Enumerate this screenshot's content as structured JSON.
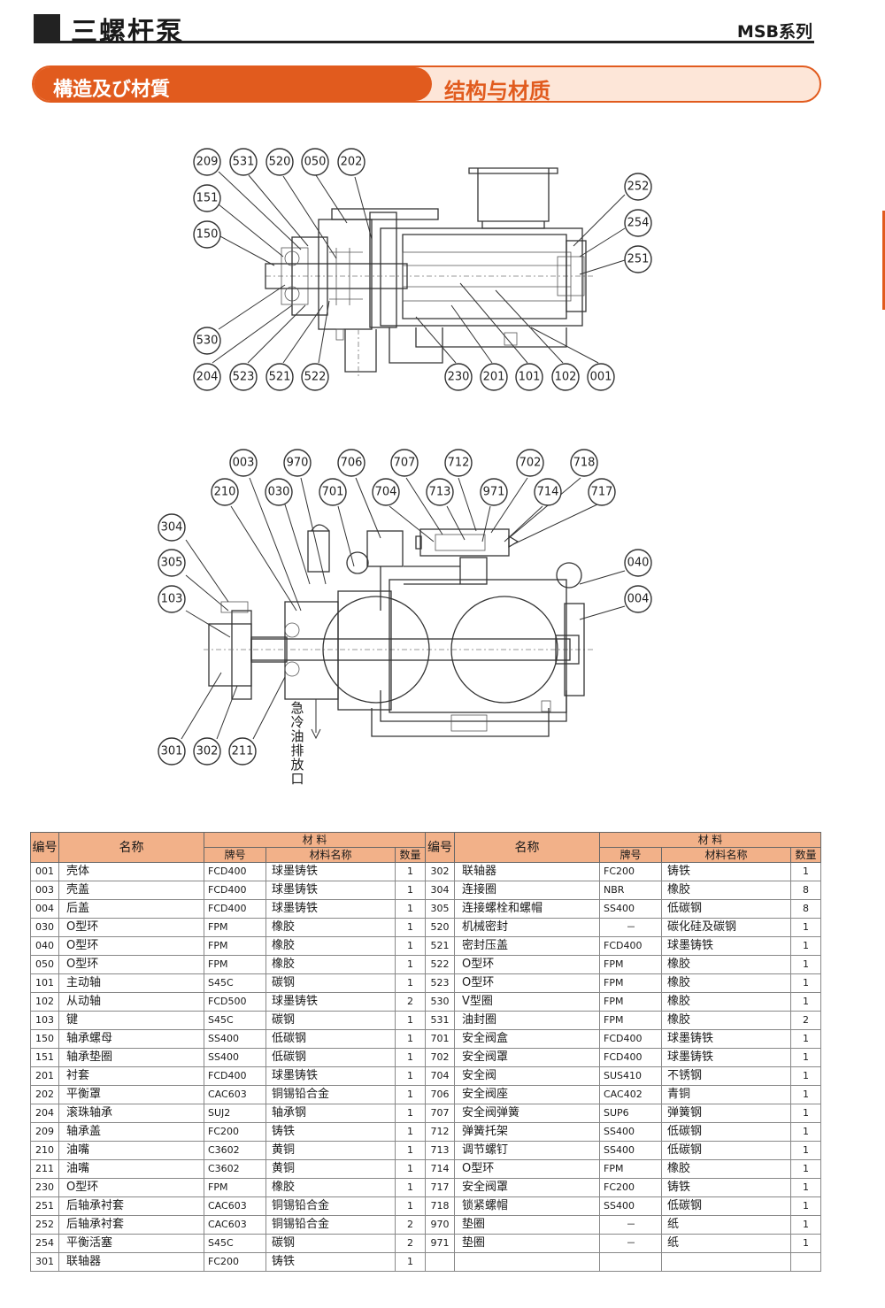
{
  "header": {
    "title": "三螺杆泵",
    "series": "MSB系列"
  },
  "section": {
    "left_title": "構造及び材質",
    "right_title": "结构与材质"
  },
  "figure_top": {
    "tags": [
      "209",
      "531",
      "520",
      "050",
      "202",
      "151",
      "150",
      "530",
      "204",
      "523",
      "521",
      "522",
      "230",
      "201",
      "101",
      "102",
      "001",
      "252",
      "254",
      "251"
    ]
  },
  "figure_bottom": {
    "tags": [
      "003",
      "970",
      "706",
      "707",
      "712",
      "702",
      "718",
      "210",
      "030",
      "701",
      "704",
      "713",
      "971",
      "714",
      "717",
      "304",
      "305",
      "103",
      "040",
      "004",
      "301",
      "302",
      "211"
    ],
    "drain_label": "急冷油排放口"
  },
  "table_headers": {
    "no": "编号",
    "name": "名称",
    "material": "材 料",
    "brand": "牌号",
    "material_name": "材料名称",
    "qty": "数量"
  },
  "table_left": [
    {
      "no": "001",
      "name": "壳体",
      "brand": "FCD400",
      "material": "球墨铸铁",
      "qty": "1"
    },
    {
      "no": "003",
      "name": "壳盖",
      "brand": "FCD400",
      "material": "球墨铸铁",
      "qty": "1"
    },
    {
      "no": "004",
      "name": "后盖",
      "brand": "FCD400",
      "material": "球墨铸铁",
      "qty": "1"
    },
    {
      "no": "030",
      "name": "O型环",
      "brand": "FPM",
      "material": "橡胶",
      "qty": "1"
    },
    {
      "no": "040",
      "name": "O型环",
      "brand": "FPM",
      "material": "橡胶",
      "qty": "1"
    },
    {
      "no": "050",
      "name": "O型环",
      "brand": "FPM",
      "material": "橡胶",
      "qty": "1"
    },
    {
      "no": "101",
      "name": "主动轴",
      "brand": "S45C",
      "material": "碳钢",
      "qty": "1"
    },
    {
      "no": "102",
      "name": "从动轴",
      "brand": "FCD500",
      "material": "球墨铸铁",
      "qty": "2"
    },
    {
      "no": "103",
      "name": "键",
      "brand": "S45C",
      "material": "碳钢",
      "qty": "1"
    },
    {
      "no": "150",
      "name": "轴承螺母",
      "brand": "SS400",
      "material": "低碳钢",
      "qty": "1"
    },
    {
      "no": "151",
      "name": "轴承垫圈",
      "brand": "SS400",
      "material": "低碳钢",
      "qty": "1"
    },
    {
      "no": "201",
      "name": "衬套",
      "brand": "FCD400",
      "material": "球墨铸铁",
      "qty": "1"
    },
    {
      "no": "202",
      "name": "平衡罩",
      "brand": "CAC603",
      "material": "铜锡铅合金",
      "qty": "1"
    },
    {
      "no": "204",
      "name": "滚珠轴承",
      "brand": "SUJ2",
      "material": "轴承钢",
      "qty": "1"
    },
    {
      "no": "209",
      "name": "轴承盖",
      "brand": "FC200",
      "material": "铸铁",
      "qty": "1"
    },
    {
      "no": "210",
      "name": "油嘴",
      "brand": "C3602",
      "material": "黄铜",
      "qty": "1"
    },
    {
      "no": "211",
      "name": "油嘴",
      "brand": "C3602",
      "material": "黄铜",
      "qty": "1"
    },
    {
      "no": "230",
      "name": "O型环",
      "brand": "FPM",
      "material": "橡胶",
      "qty": "1"
    },
    {
      "no": "251",
      "name": "后轴承衬套",
      "brand": "CAC603",
      "material": "铜锡铅合金",
      "qty": "1"
    },
    {
      "no": "252",
      "name": "后轴承衬套",
      "brand": "CAC603",
      "material": "铜锡铅合金",
      "qty": "2"
    },
    {
      "no": "254",
      "name": "平衡活塞",
      "brand": "S45C",
      "material": "碳钢",
      "qty": "2"
    },
    {
      "no": "301",
      "name": "联轴器",
      "brand": "FC200",
      "material": "铸铁",
      "qty": "1"
    }
  ],
  "table_right": [
    {
      "no": "302",
      "name": "联轴器",
      "brand": "FC200",
      "material": "铸铁",
      "qty": "1"
    },
    {
      "no": "304",
      "name": "连接圈",
      "brand": "NBR",
      "material": "橡胶",
      "qty": "8"
    },
    {
      "no": "305",
      "name": "连接螺栓和螺帽",
      "brand": "SS400",
      "material": "低碳钢",
      "qty": "8"
    },
    {
      "no": "520",
      "name": "机械密封",
      "brand": "－",
      "material": "碳化硅及碳钢",
      "qty": "1"
    },
    {
      "no": "521",
      "name": "密封压盖",
      "brand": "FCD400",
      "material": "球墨铸铁",
      "qty": "1"
    },
    {
      "no": "522",
      "name": "O型环",
      "brand": "FPM",
      "material": "橡胶",
      "qty": "1"
    },
    {
      "no": "523",
      "name": "O型环",
      "brand": "FPM",
      "material": "橡胶",
      "qty": "1"
    },
    {
      "no": "530",
      "name": "V型圈",
      "brand": "FPM",
      "material": "橡胶",
      "qty": "1"
    },
    {
      "no": "531",
      "name": "油封圈",
      "brand": "FPM",
      "material": "橡胶",
      "qty": "2"
    },
    {
      "no": "701",
      "name": "安全阀盒",
      "brand": "FCD400",
      "material": "球墨铸铁",
      "qty": "1"
    },
    {
      "no": "702",
      "name": "安全阀罩",
      "brand": "FCD400",
      "material": "球墨铸铁",
      "qty": "1"
    },
    {
      "no": "704",
      "name": "安全阀",
      "brand": "SUS410",
      "material": "不锈钢",
      "qty": "1"
    },
    {
      "no": "706",
      "name": "安全阀座",
      "brand": "CAC402",
      "material": "青铜",
      "qty": "1"
    },
    {
      "no": "707",
      "name": "安全阀弹簧",
      "brand": "SUP6",
      "material": "弹簧钢",
      "qty": "1"
    },
    {
      "no": "712",
      "name": "弹簧托架",
      "brand": "SS400",
      "material": "低碳钢",
      "qty": "1"
    },
    {
      "no": "713",
      "name": "调节螺钉",
      "brand": "SS400",
      "material": "低碳钢",
      "qty": "1"
    },
    {
      "no": "714",
      "name": "O型环",
      "brand": "FPM",
      "material": "橡胶",
      "qty": "1"
    },
    {
      "no": "717",
      "name": "安全阀罩",
      "brand": "FC200",
      "material": "铸铁",
      "qty": "1"
    },
    {
      "no": "718",
      "name": "锁紧螺帽",
      "brand": "SS400",
      "material": "低碳钢",
      "qty": "1"
    },
    {
      "no": "970",
      "name": "垫圈",
      "brand": "－",
      "material": "纸",
      "qty": "1"
    },
    {
      "no": "971",
      "name": "垫圈",
      "brand": "－",
      "material": "纸",
      "qty": "1"
    },
    {
      "no": "",
      "name": "",
      "brand": "",
      "material": "",
      "qty": ""
    }
  ]
}
